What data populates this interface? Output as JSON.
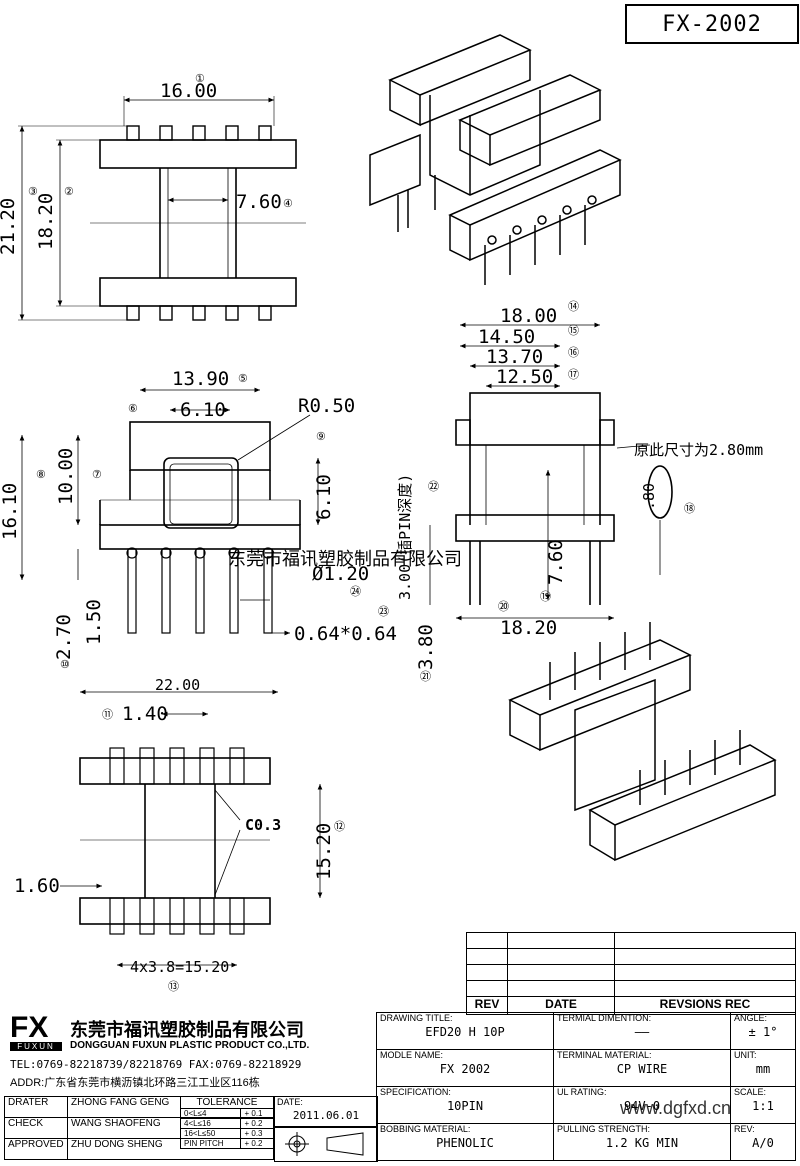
{
  "header": {
    "drawing_number": "FX-2002"
  },
  "dimensions": {
    "top_view": {
      "d1": "16.00",
      "n1": "①",
      "d2": "7.60",
      "n4": "④",
      "d3": "21.20",
      "n3": "③",
      "d4": "18.20",
      "n2": "②"
    },
    "front_view": {
      "d5": "13.90",
      "n5": "⑤",
      "d6": "6.10",
      "n6": "⑥",
      "d7": "R0.50",
      "n9": "⑨",
      "d8": "10.00",
      "n7": "⑦",
      "d9": "16.10",
      "n8": "⑧",
      "d10": "6.10",
      "d11": "Ø1.20",
      "n24": "㉔",
      "d12": "0.64*0.64",
      "n23": "㉓",
      "d13": "2.70",
      "n10": "⑩",
      "d14": "1.50"
    },
    "side_view": {
      "d15": "18.00",
      "n14": "⑭",
      "d16": "14.50",
      "n15": "⑮",
      "d17": "13.70",
      "n16": "⑯",
      "d18": "12.50",
      "n17": "⑰",
      "d19": "3.00(插PIN深度)",
      "n22": "㉒",
      "d20": "7.60",
      "n19": "⑲",
      "d21": "18.20",
      "n20": "⑳",
      "d22": "3.80",
      "n21": "㉑",
      "note": "原此尺寸为2.80mm",
      "d23": ".80",
      "n18": "⑱"
    },
    "bottom_view": {
      "d24": "22.00",
      "d25": "1.40",
      "n11": "⑪",
      "d26": "C0.3",
      "d27": "15.20",
      "n12": "⑫",
      "d28": "1.60",
      "d29": "4x3.8=15.20",
      "n13": "⑬"
    }
  },
  "watermark": "东莞市福讯塑胶制品有限公司",
  "revision_table": {
    "headers": [
      "REV",
      "DATE",
      "REVSIONS REC"
    ]
  },
  "company": {
    "logo": "FX",
    "logo_sub": "FUXUN",
    "name_cn": "东莞市福讯塑胶制品有限公司",
    "name_en": "DONGGUAN FUXUN PLASTIC PRODUCT CO.,LTD.",
    "tel": "TEL:0769-82218739/82218769 FAX:0769-82218929",
    "addr": "ADDR:广东省东莞市横沥镇北环路三江工业区116栋"
  },
  "signoff": [
    {
      "role": "DRATER",
      "name": "ZHONG FANG GENG"
    },
    {
      "role": "CHECK",
      "name": "WANG SHAOFENG"
    },
    {
      "role": "APPROVED",
      "name": "ZHU DONG SHENG"
    }
  ],
  "tolerance": {
    "title": "TOLERANCE",
    "rows": [
      {
        "range": "0<L≤4",
        "value": "+ 0.1"
      },
      {
        "range": "4<L≤16",
        "value": "+ 0.2"
      },
      {
        "range": "16<L≤50",
        "value": "+ 0.3"
      },
      {
        "range": "PIN PITCH",
        "value": "+ 0.2"
      }
    ],
    "date_label": "DATE:",
    "date": "2011.06.01"
  },
  "fields": {
    "drawing_title_label": "DRAWING TITLE:",
    "drawing_title": "EFD20 H 10P",
    "terminal_dim_label": "TERMIAL DIMENTION:",
    "terminal_dim": "——",
    "angle_label": "ANGLE:",
    "angle": "± 1°",
    "model_label": "MODLE NAME:",
    "model": "FX 2002",
    "terminal_mat_label": "TERMINAL MATERIAL:",
    "terminal_mat": "CP WIRE",
    "unit_label": "UNIT:",
    "unit": "mm",
    "spec_label": "SPECIFICATION:",
    "spec": "10PIN",
    "ul_label": "UL RATING:",
    "ul": "94V-0",
    "scale_label": "SCALE:",
    "scale": "1:1",
    "bobbin_mat_label": "BOBBING MATERIAL:",
    "bobbin_mat": "PHENOLIC",
    "pulling_label": "PULLING STRENGTH:",
    "pulling": "1.2 KG MIN",
    "rev_label": "REV:",
    "rev": "A/0"
  },
  "website": "www.dgfxd.cn"
}
